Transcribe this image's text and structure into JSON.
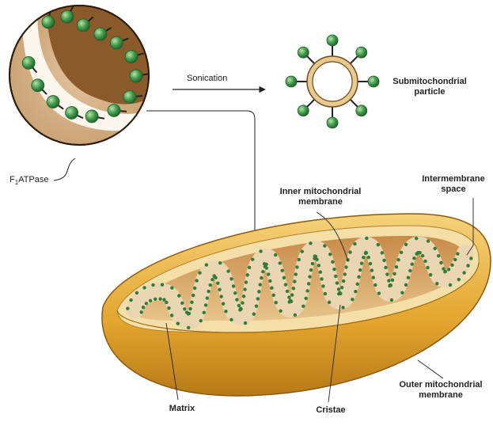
{
  "labels": {
    "sonication": "Sonication",
    "submito_line1": "Submitochondrial",
    "submito_line2": "particle",
    "f1_prefix": "F",
    "f1_sub": "1",
    "f1_suffix": "ATPase",
    "inner_line1": "Inner mitochondrial",
    "inner_line2": "membrane",
    "intermem_line1": "Intermembrane",
    "intermem_line2": "space",
    "outer_line1": "Outer mitochondrial",
    "outer_line2": "membrane",
    "matrix": "Matrix",
    "cristae": "Cristae"
  },
  "colors": {
    "matrix_brown": "#8b5a2b",
    "membrane_tan": "#ead2a8",
    "particle_green": "#3f9a4a",
    "outer_gold": "#e0a52e",
    "stroke_dark": "#2a1a0a"
  }
}
